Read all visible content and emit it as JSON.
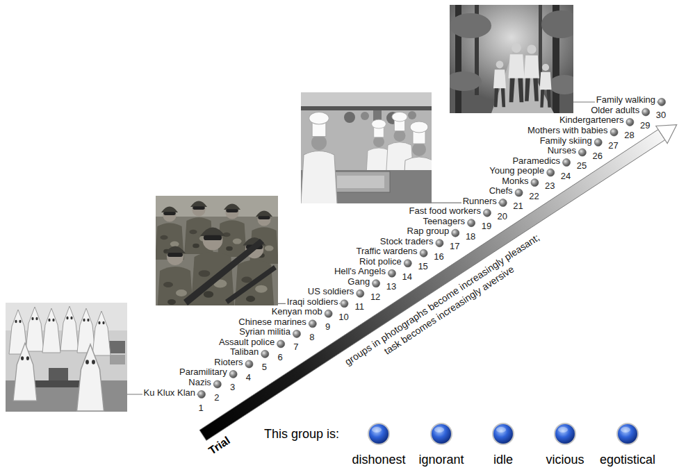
{
  "diagram": {
    "labels": [
      "Ku Klux Klan",
      "Nazis",
      "Paramilitary",
      "Rioters",
      "Taliban",
      "Assault police",
      "Syrian militia",
      "Chinese marines",
      "Kenyan mob",
      "Iraqi soldiers",
      "US soldiers",
      "Gang",
      "Hell's Angels",
      "Riot police",
      "Traffic wardens",
      "Stock traders",
      "Rap group",
      "Teenagers",
      "Fast food workers",
      "Runners",
      "Chefs",
      "Monks",
      "Young people",
      "Paramedics",
      "Nurses",
      "Family skiing",
      "Mothers with babies",
      "Kindergarteners",
      "Older adults",
      "Family walking",
      "1",
      "2",
      "3",
      "4",
      "5",
      "6",
      "7",
      "8",
      "9",
      "10",
      "11",
      "12",
      "13",
      "14",
      "15",
      "16",
      "17",
      "18",
      "19",
      "20",
      "21",
      "22",
      "23",
      "24",
      "25",
      "26",
      "27",
      "28",
      "29",
      "30",
      "groups in photographs become increasingly pleasant; task becomes increasingly aversive",
      "Trial",
      "This group is:",
      "dishonest",
      "ignorant",
      "idle",
      "vicious",
      "egotistical"
    ]
  }
}
